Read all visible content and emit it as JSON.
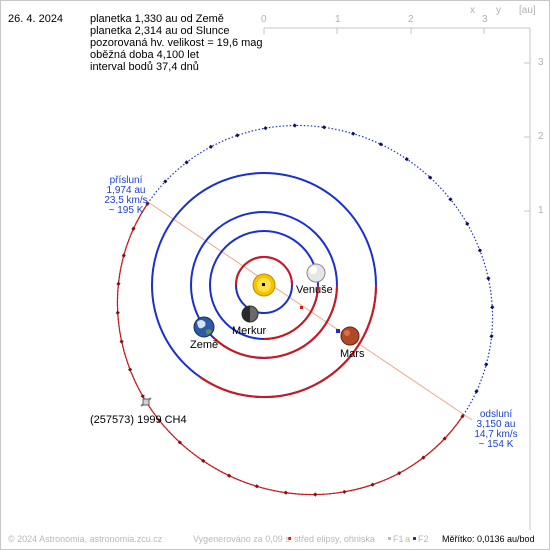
{
  "date": "26. 4. 2024",
  "info_lines": [
    "planetka 1,330 au od Země",
    "planetka 2,314 au od Slunce",
    "pozorovaná hv. velikost = 19,6 mag",
    "oběžná doba 4,100 let",
    "interval bodů 37,4 dnů"
  ],
  "axes": {
    "x_label": "x",
    "y_label": "y",
    "unit": "[au]",
    "x_ticks": [
      "0",
      "1",
      "2",
      "3"
    ],
    "y_ticks": [
      "3",
      "2",
      "1"
    ]
  },
  "perihelion": {
    "title": "přísluní",
    "distance": "1,974 au",
    "speed": "23,5 km/s",
    "temperature": "~ 195 K"
  },
  "aphelion": {
    "title": "odsluní",
    "distance": "3,150 au",
    "speed": "14,7 km/s",
    "temperature": "~ 154 K"
  },
  "bodies": {
    "venus": "Venuše",
    "mercury": "Merkur",
    "earth": "Země",
    "mars": "Mars"
  },
  "asteroid_name": "(257573) 1999 CH4",
  "footer": {
    "copyright": "© 2024 Astronomia, astronomia.zcu.cz",
    "generated": "Vygenerováno za 0,09 s",
    "legend_center": "střed elipsy, ohniska",
    "legend_f1": "F1",
    "legend_a": "a",
    "legend_f2": "F2",
    "scale_label": "Měřítko",
    "scale_value": ": 0,0136 au/bod"
  },
  "colors": {
    "orbit_blue": "#1a2fd0",
    "orbit_red": "#d01818",
    "axis_gray": "#c0c0c0",
    "apsis_line": "#f0a080",
    "sun": "#f2c200",
    "mars": "#c0502a"
  }
}
